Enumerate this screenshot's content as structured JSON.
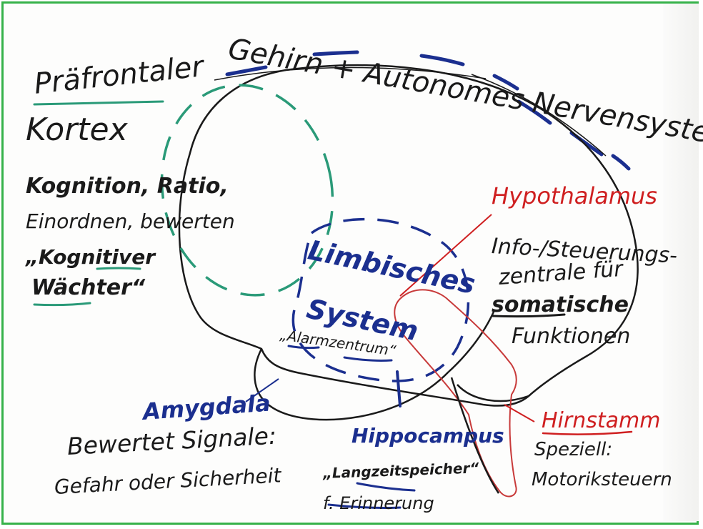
{
  "title": "Gehirn + Autonomes Nervensystem",
  "prefrontal": {
    "name_line1": "Präfrontaler",
    "name_line2": "Kortex",
    "desc_line1": "Kognition, Ratio,",
    "desc_line2": "Einordnen, bewerten",
    "role_line1": "„Kognitiver",
    "role_line2": "Wächter“"
  },
  "limbic": {
    "name_line1": "Limbisches",
    "name_line2": "System",
    "role": "„Alarmzentrum“"
  },
  "hypothalamus": {
    "name": "Hypothalamus",
    "desc_line1": "Info-/Steuerungs-",
    "desc_line2": "zentrale für",
    "desc_line3": "somatische",
    "desc_line4": "Funktionen"
  },
  "amygdala": {
    "name": "Amygdala",
    "desc_line1": "Bewertet Signale:",
    "desc_line2": "Gefahr oder Sicherheit"
  },
  "hippocampus": {
    "name": "Hippocampus",
    "desc_line1": "„Langzeitspeicher“",
    "desc_line2": "f. Erinnerung"
  },
  "brainstem": {
    "name": "Hirnstamm",
    "desc_line1": "Speziell:",
    "desc_line2": "Motoriksteuern"
  },
  "colors": {
    "frame": "#36b24a",
    "outline": "#1a1a1a",
    "limbic_blue": "#1b2f8f",
    "prefrontal_green": "#2a9a78",
    "hypothalamus_red": "#cf1f20",
    "brainstem_red": "#c83a3a"
  }
}
